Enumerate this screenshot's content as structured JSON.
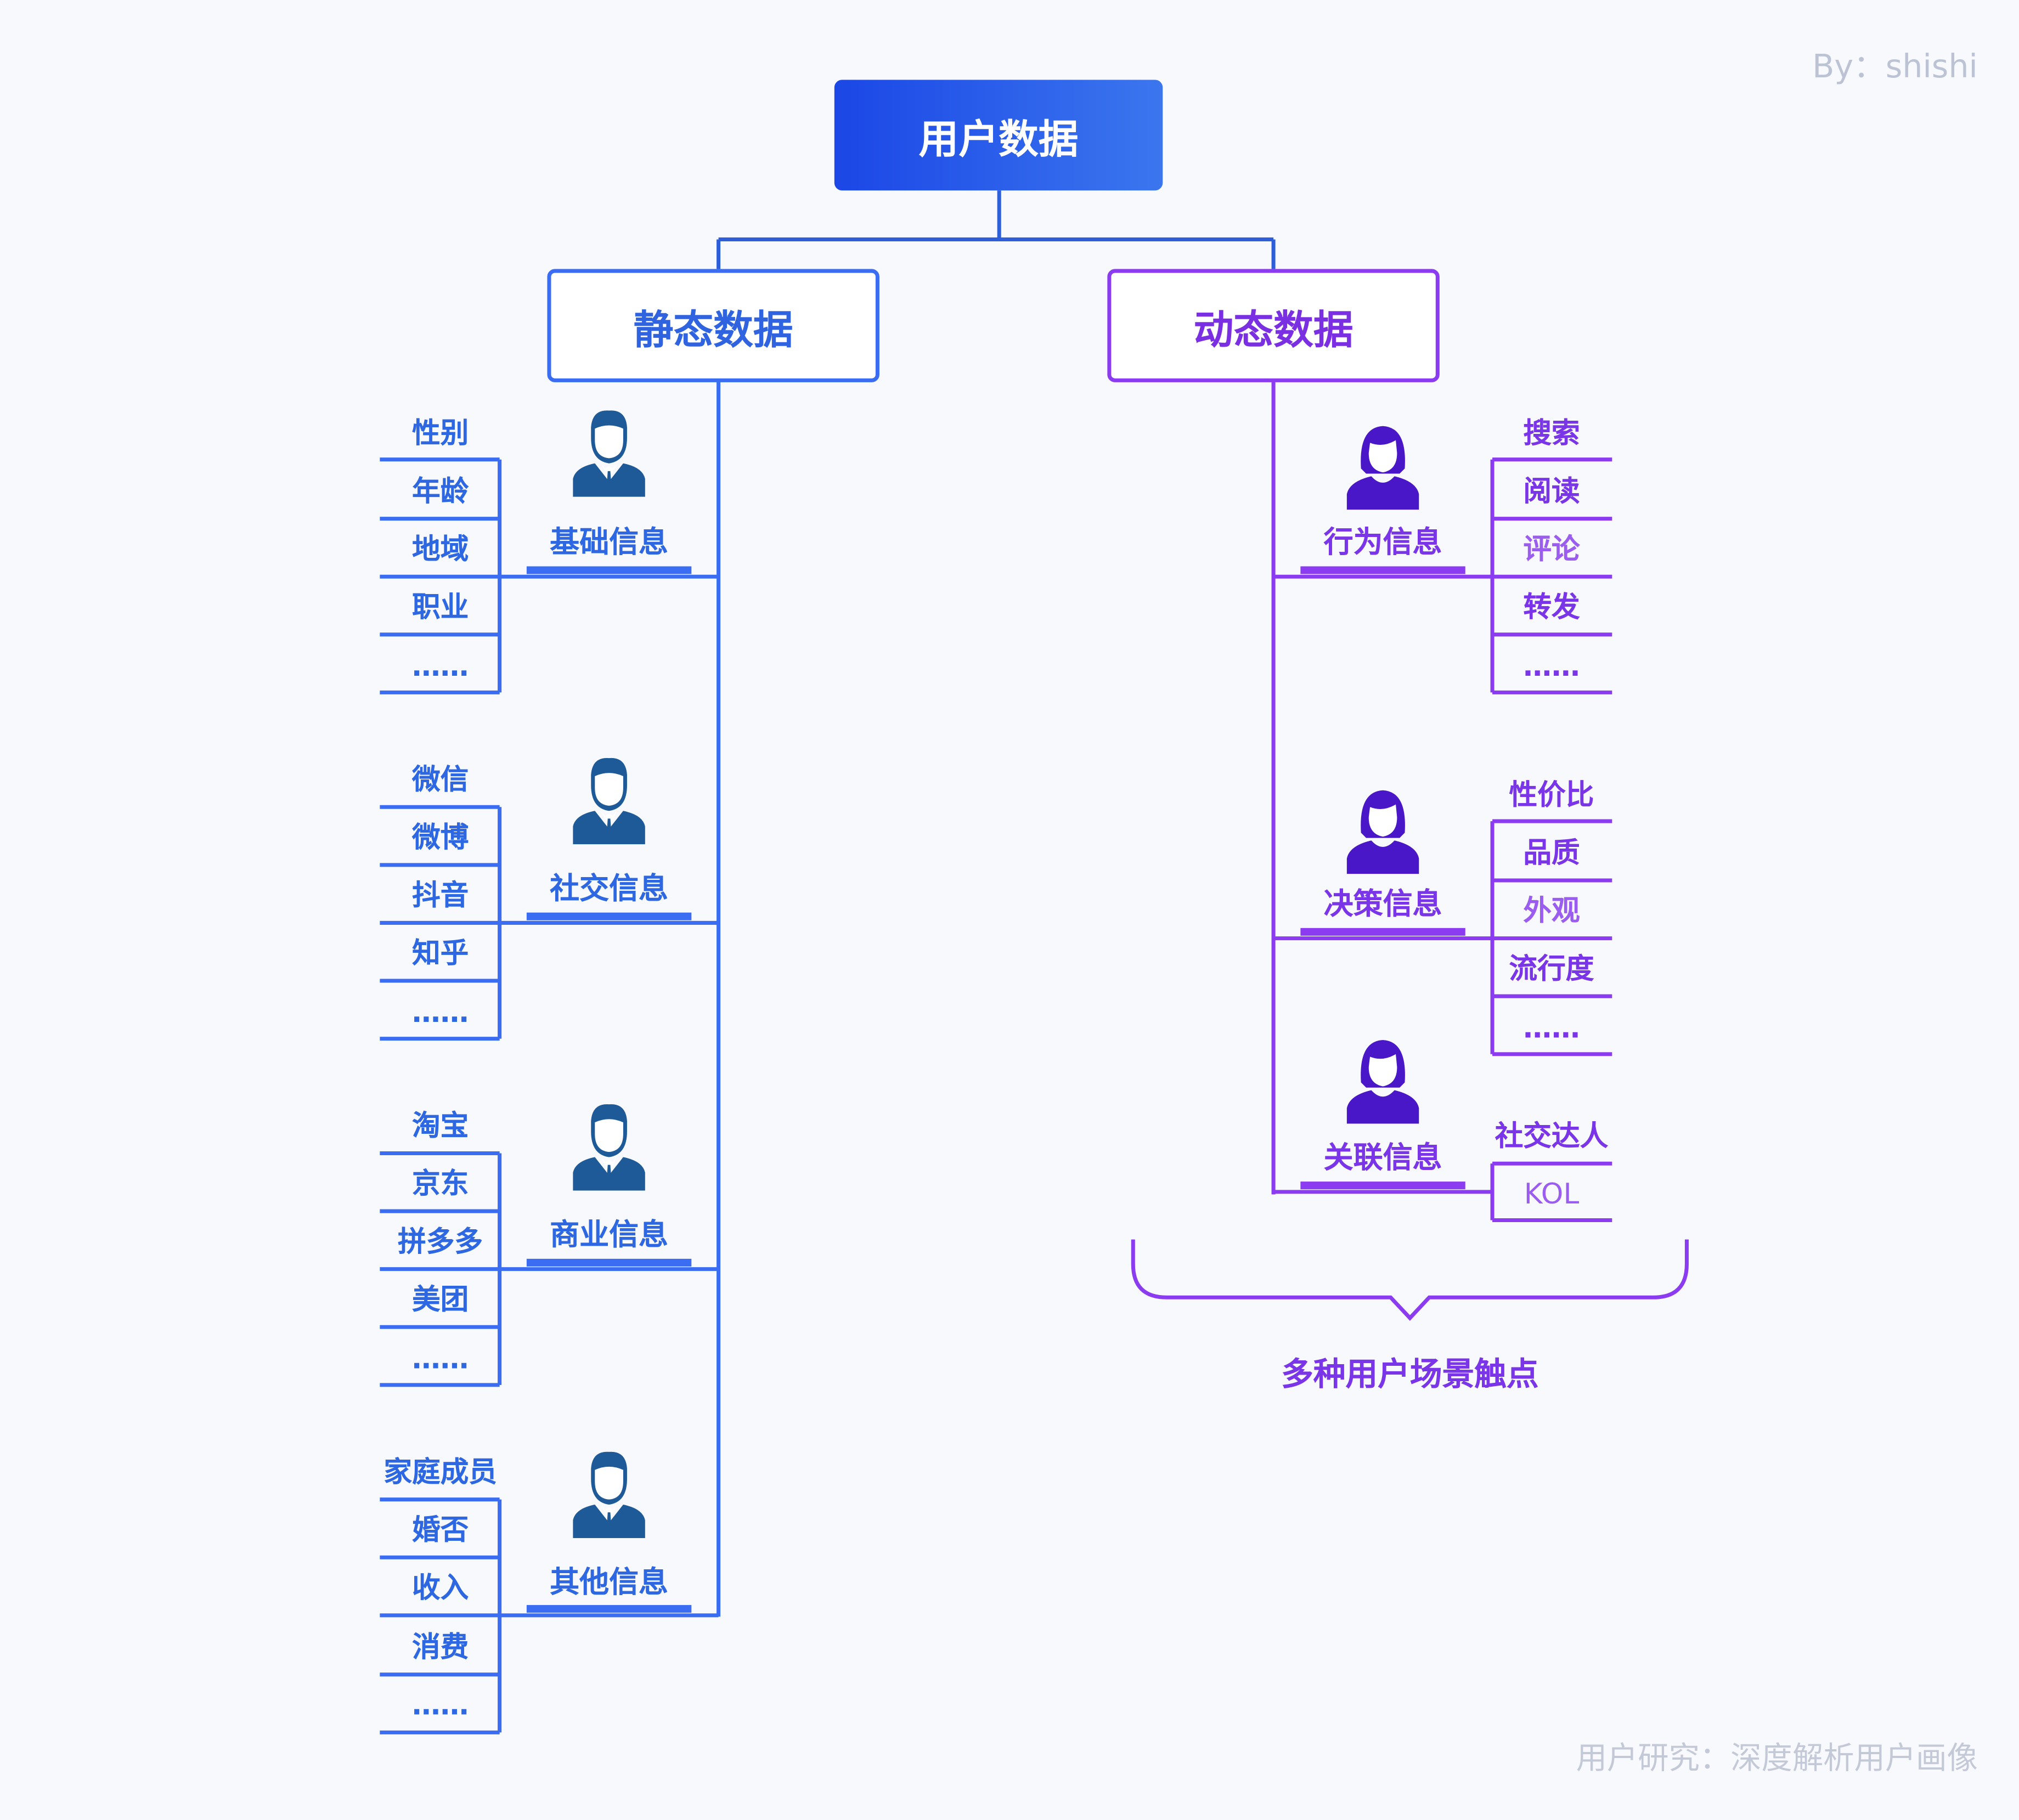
{
  "attribution": "By：shishi",
  "footer": "用户研究：深度解析用户画像",
  "root": "用户数据",
  "colors": {
    "static": "#2f63e0",
    "dynamic": "#7b2fe3",
    "root_start": "#1b47e6",
    "root_end": "#3b76ee",
    "male_icon": "#1f5a98",
    "female_icon": "#4a17c8"
  },
  "static": {
    "title": "静态数据",
    "icon": "male-user-icon",
    "groups": [
      {
        "label": "基础信息",
        "items": [
          "性别",
          "年龄",
          "地域",
          "职业",
          "……"
        ]
      },
      {
        "label": "社交信息",
        "items": [
          "微信",
          "微博",
          "抖音",
          "知乎",
          "……"
        ]
      },
      {
        "label": "商业信息",
        "items": [
          "淘宝",
          "京东",
          "拼多多",
          "美团",
          "……"
        ]
      },
      {
        "label": "其他信息",
        "items": [
          "家庭成员",
          "婚否",
          "收入",
          "消费",
          "……"
        ]
      }
    ]
  },
  "dynamic": {
    "title": "动态数据",
    "icon": "female-user-icon",
    "groups": [
      {
        "label": "行为信息",
        "items": [
          "搜索",
          "阅读",
          "评论",
          "转发",
          "……"
        ]
      },
      {
        "label": "决策信息",
        "items": [
          "性价比",
          "品质",
          "外观",
          "流行度",
          "……"
        ]
      },
      {
        "label": "关联信息",
        "items": [
          "社交达人",
          "KOL"
        ]
      }
    ],
    "brace_label": "多种用户场景触点"
  }
}
